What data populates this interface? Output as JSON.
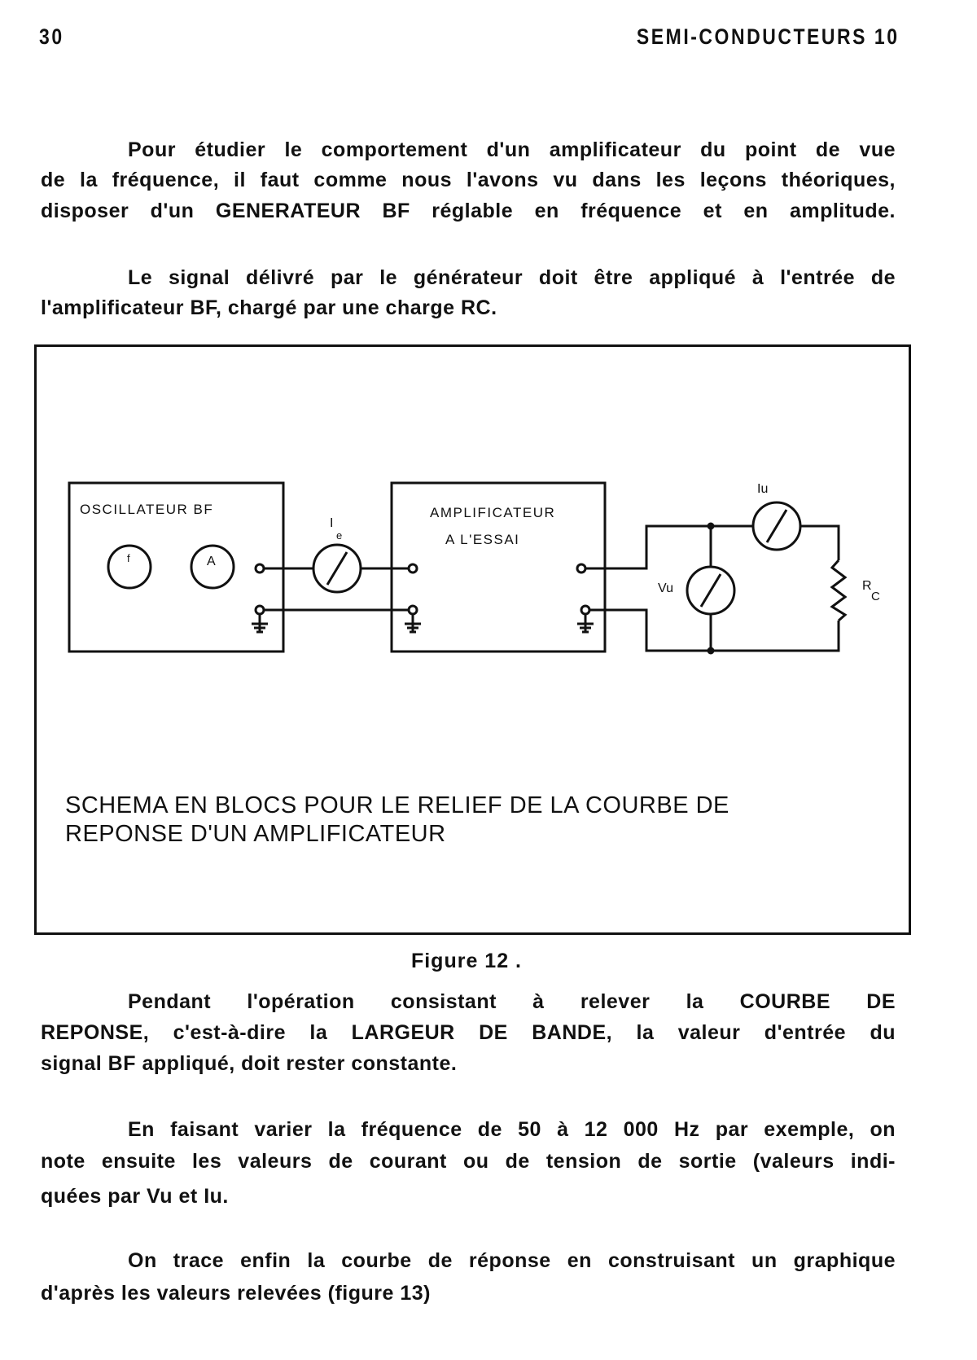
{
  "header": {
    "page_number": "30",
    "running_title": "SEMI-CONDUCTEURS 10"
  },
  "paragraphs": [
    [
      "Pour étudier le comportement d'un amplificateur du point de vue",
      "de la fréquence, il faut comme nous l'avons vu dans les leçons théoriques,",
      "disposer d'un GENERATEUR BF réglable en fréquence et en amplitude."
    ],
    [
      "Le signal délivré par le générateur doit être appliqué à l'entrée de",
      "l'amplificateur BF, chargé par une charge RC."
    ]
  ],
  "figure": {
    "oscillator_label": "OSCILLATEUR BF",
    "knob_f": "f",
    "knob_a": "A",
    "ie_label": "I",
    "ie_sub": "e",
    "amplifier_label_1": "AMPLIFICATEUR",
    "amplifier_label_2": "A L'ESSAI",
    "iu_label": "Iu",
    "vu_label": "Vu",
    "rc_label": "R",
    "rc_sub": "C",
    "caption_1": "SCHEMA EN BLOCS POUR LE RELIEF DE LA COURBE DE",
    "caption_2": "REPONSE D'UN AMPLIFICATEUR",
    "number": "Figure 12 ."
  },
  "paragraphs_after": [
    [
      "Pendant l'opération consistant à relever la COURBE DE",
      "REPONSE, c'est-à-dire la LARGEUR DE BANDE, la valeur d'entrée du",
      "signal BF appliqué, doit rester constante."
    ],
    [
      "En faisant varier la fréquence de 50 à 12 000 Hz par exemple, on",
      "note ensuite les valeurs de courant ou de tension de sortie (valeurs indi-",
      "quées par Vu et Iu."
    ],
    [
      "On trace enfin la courbe de réponse en construisant un graphique",
      "d'après les valeurs relevées (figure 13)"
    ]
  ]
}
